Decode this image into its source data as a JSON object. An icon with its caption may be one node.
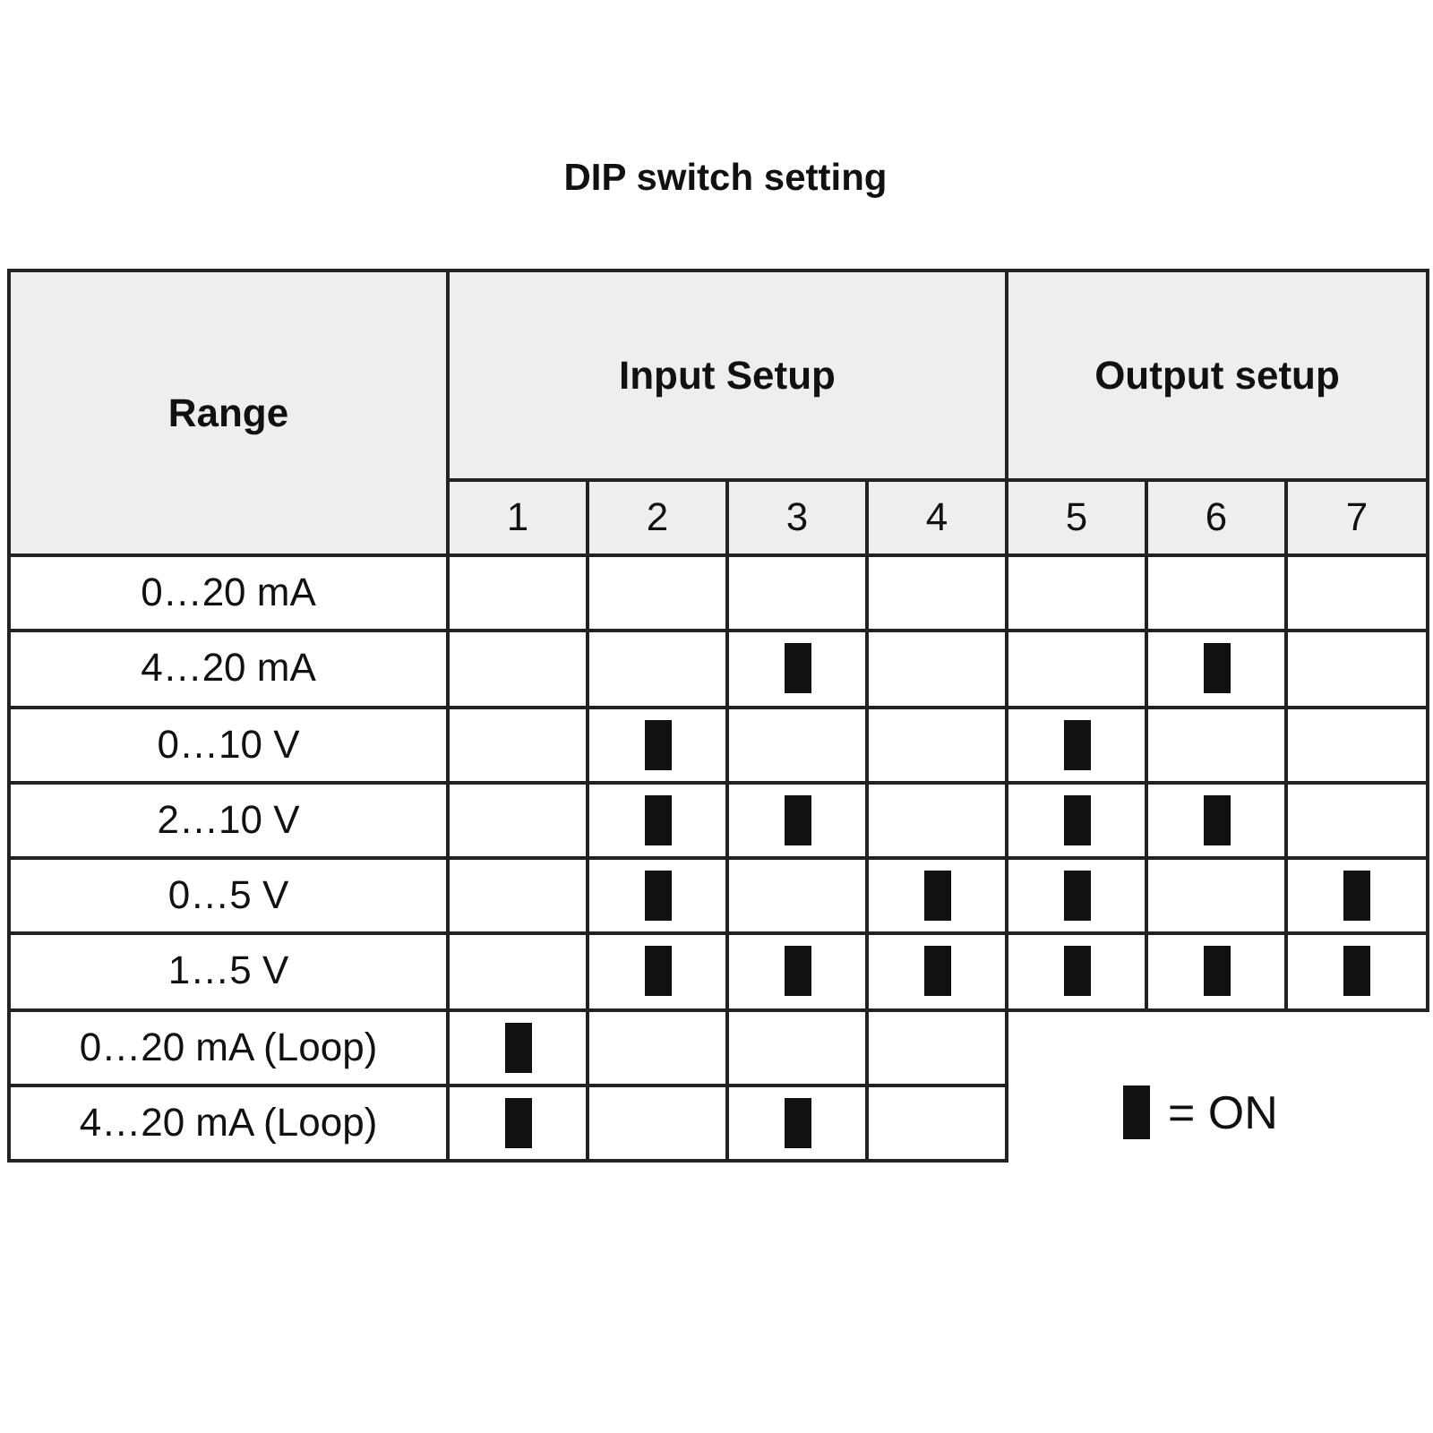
{
  "diagram": {
    "title": "DIP switch setting",
    "nodes": [
      {
        "text": [],
        "shape": "bar"
      },
      {
        "text": [],
        "shape": "bar"
      },
      {
        "text": [],
        "shape": "bar"
      },
      {
        "text": [],
        "shape": "bar"
      },
      {
        "text": [],
        "shape": "bar"
      },
      {
        "text": [],
        "shape": "bar"
      },
      {
        "text": [],
        "shape": "bar"
      },
      {
        "text": [],
        "shape": "bar"
      },
      {
        "text": [],
        "shape": "bar"
      },
      {
        "text": [],
        "shape": "bar"
      },
      {
        "text": [],
        "shape": "bar"
      },
      {
        "text": [],
        "shape": "bar"
      },
      {
        "text": [],
        "shape": "bar"
      },
      {
        "text": [],
        "shape": "bar"
      },
      {
        "text": [],
        "shape": "bar"
      },
      {
        "text": [],
        "shape": "bar"
      },
      {
        "text": [],
        "shape": "bar"
      },
      {
        "text": [],
        "shape": "bar"
      },
      {
        "text": [],
        "shape": "bar"
      },
      {
        "text": [],
        "shape": "bar"
      },
      {
        "text": [],
        "shape": "bar"
      }
    ],
    "labels": [
      "Range",
      "Input Setup",
      "Output setup",
      "1",
      "2",
      "3",
      "4",
      "5",
      "6",
      "7",
      "0…20 mA",
      "4…20 mA",
      "0…10 V",
      "2…10 V",
      "0…5 V",
      "1…5 V",
      "0…20 mA (Loop)",
      "4…20 mA (Loop)"
    ],
    "legend": [
      {
        "text": "= ON"
      }
    ]
  }
}
